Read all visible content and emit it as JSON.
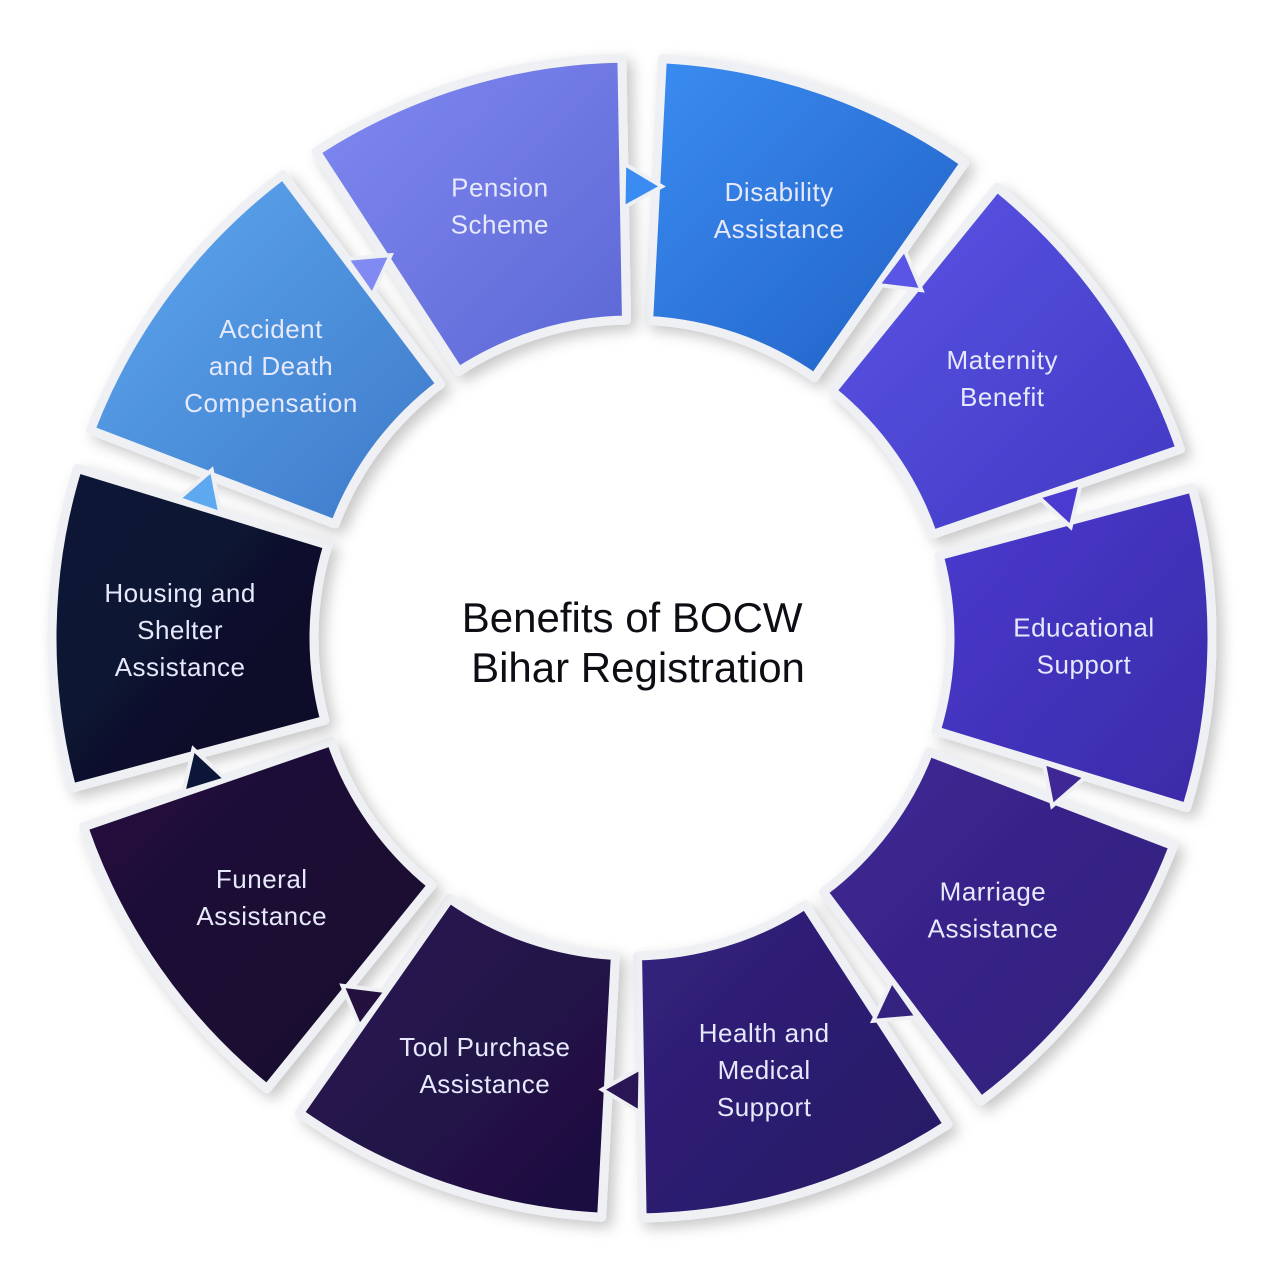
{
  "title": {
    "lines": [
      "Benefits of BOCW",
      "Bihar Registration"
    ]
  },
  "segments": [
    {
      "label_lines": [
        "Disability",
        "Assistance"
      ],
      "color_light": "#3a8cf2",
      "color_dark": "#2160c4"
    },
    {
      "label_lines": [
        "Maternity",
        "Benefit"
      ],
      "color_light": "#5b55e6",
      "color_dark": "#4038c2"
    },
    {
      "label_lines": [
        "Educational",
        "Support"
      ],
      "color_light": "#4a3ad0",
      "color_dark": "#3a2ba6"
    },
    {
      "label_lines": [
        "Marriage",
        "Assistance"
      ],
      "color_light": "#3f2895",
      "color_dark": "#2f1e78"
    },
    {
      "label_lines": [
        "Health and",
        "Medical",
        "Support"
      ],
      "color_light": "#33227e",
      "color_dark": "#261862"
    },
    {
      "label_lines": [
        "Tool Purchase",
        "Assistance"
      ],
      "color_light": "#2a1654",
      "color_dark": "#1d0f3e"
    },
    {
      "label_lines": [
        "Funeral",
        "Assistance"
      ],
      "color_light": "#23103f",
      "color_dark": "#160a2a"
    },
    {
      "label_lines": [
        "Housing and",
        "Shelter",
        "Assistance"
      ],
      "color_light": "#0c1638",
      "color_dark": "#060d26"
    },
    {
      "label_lines": [
        "Accident",
        "and Death",
        "Compensation"
      ],
      "color_light": "#5ea8f0",
      "color_dark": "#3d79c8"
    },
    {
      "label_lines": [
        "Pension",
        "Scheme"
      ],
      "color_light": "#8189f2",
      "color_dark": "#5c67d4"
    }
  ]
}
